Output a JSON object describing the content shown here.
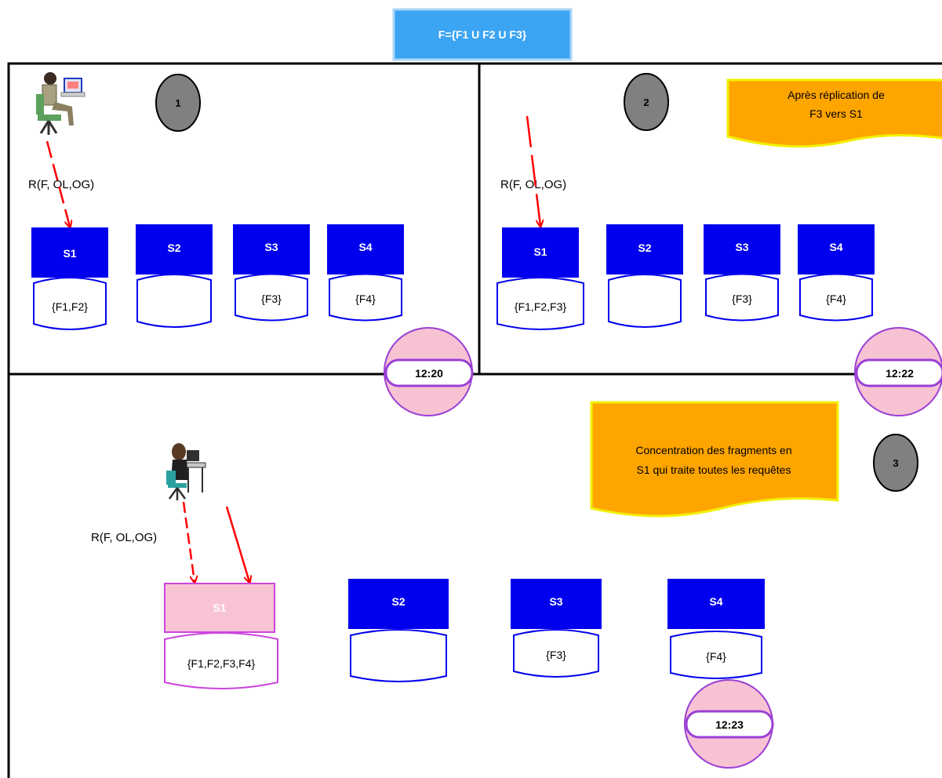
{
  "formula": "F={F1 U F2 U F3}",
  "colors": {
    "server_blue": "#0000ee",
    "server_pink": "#f8c3d3",
    "highlight_purple": "#cc44dd",
    "banner_blue": "#3ba4f3",
    "note_orange": "#ffa500",
    "note_border": "#f2f000",
    "circle_gray": "#808080",
    "clock_pink": "#f7c2d2",
    "clock_border": "#9a3fd6",
    "arrow_red": "#ff0000"
  },
  "panels": [
    {
      "number": "1",
      "request": "R(F, OL,OG)",
      "time": "12:20",
      "note": null,
      "servers": [
        {
          "label": "S1",
          "fragments": "{F1,F2}"
        },
        {
          "label": "S2",
          "fragments": ""
        },
        {
          "label": "S3",
          "fragments": "{F3}"
        },
        {
          "label": "S4",
          "fragments": "{F4}"
        }
      ]
    },
    {
      "number": "2",
      "request": "R(F, OL,OG)",
      "time": "12:22",
      "note": [
        "Après réplication de",
        "F3 vers S1"
      ],
      "servers": [
        {
          "label": "S1",
          "fragments": "{F1,F2,F3}"
        },
        {
          "label": "S2",
          "fragments": ""
        },
        {
          "label": "S3",
          "fragments": "{F3}"
        },
        {
          "label": "S4",
          "fragments": "{F4}"
        }
      ]
    },
    {
      "number": "3",
      "request": "R(F, OL,OG)",
      "time": "12:23",
      "note": [
        "Concentration des fragments en",
        "S1 qui traite toutes les requêtes"
      ],
      "servers": [
        {
          "label": "S1",
          "fragments": "{F1,F2,F3,F4}"
        },
        {
          "label": "S2",
          "fragments": ""
        },
        {
          "label": "S3",
          "fragments": "{F3}"
        },
        {
          "label": "S4",
          "fragments": "{F4}"
        }
      ]
    }
  ]
}
